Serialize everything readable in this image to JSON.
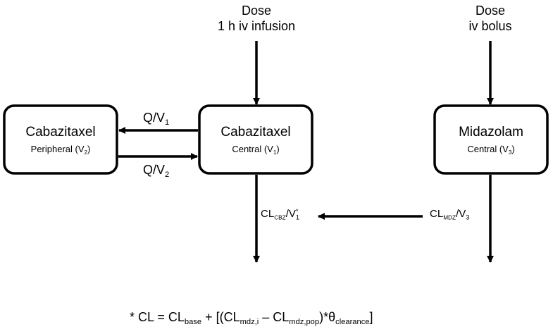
{
  "doses": {
    "left": {
      "line1": "Dose",
      "line2": "1 h iv infusion"
    },
    "right": {
      "line1": "Dose",
      "line2": "iv bolus"
    }
  },
  "compartments": {
    "cbz_peripheral": {
      "title": "Cabazitaxel",
      "sub_main": "Peripheral (V",
      "sub_index": "2",
      "sub_tail": ")"
    },
    "cbz_central": {
      "title": "Cabazitaxel",
      "sub_main": "Central (V",
      "sub_index": "1",
      "sub_tail": ")"
    },
    "mdz_central": {
      "title": "Midazolam",
      "sub_main": "Central (V",
      "sub_index": "3",
      "sub_tail": ")"
    }
  },
  "flows": {
    "q_v1": {
      "main": "Q/V",
      "index": "1"
    },
    "q_v2": {
      "main": "Q/V",
      "index": "2"
    },
    "cl_cbz": {
      "main": "CL",
      "sub": "CBZ",
      "mid": "/V",
      "index": "1",
      "sup": "*"
    },
    "cl_mdz": {
      "main": "CL",
      "sub": "MDZ",
      "mid": "/V",
      "index": "3"
    }
  },
  "footnote": {
    "prefix": "* CL = CL",
    "base": "base",
    "mid1": " + [(CL",
    "mdz_i": "mdz,i",
    "mid2": " – CL",
    "mdz_pop": "mdz,pop",
    "mid3": ")*θ",
    "clearance": "clearance",
    "suffix": "]"
  }
}
